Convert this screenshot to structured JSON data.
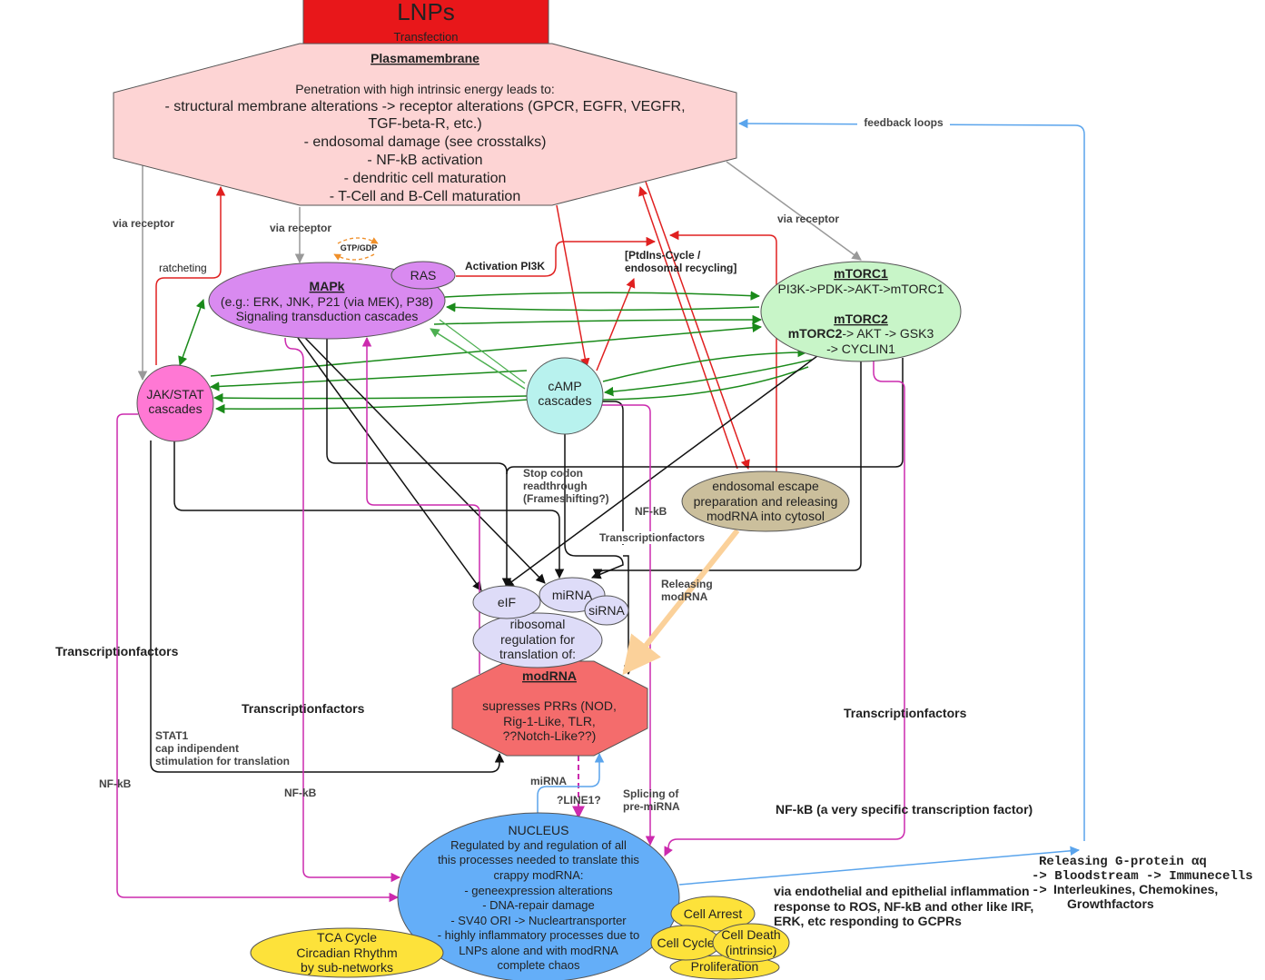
{
  "lnp": {
    "title": "LNPs",
    "subtitle": "Transfection"
  },
  "plasma": {
    "title": "Plasmamembrane",
    "intro": "Penetration with high intrinsic energy leads to:",
    "lines": [
      "- structural membrane alterations -> receptor alterations (GPCR, EGFR, VEGFR,",
      "TGF-beta-R, etc.)",
      "- endosomal damage (see crosstalks)",
      "- NF-kB activation",
      "- dendritic cell maturation",
      "- T-Cell and B-Cell maturation"
    ]
  },
  "mapk": {
    "title": "MAPk",
    "line1": "(e.g.: ERK, JNK, P21 (via MEK), P38)",
    "line2": "Signaling transduction cascades"
  },
  "ras": {
    "label": "RAS",
    "gtp": "GTP/GDP"
  },
  "mtorc": {
    "m1_title": "mTORC1",
    "m1_line": "PI3K->PDK->AKT->mTORC1",
    "m2_title": "mTORC2",
    "m2_prefix": "mTORC2",
    "m2_rest": "-> AKT -> GSK3",
    "m2_line3": "-> CYCLIN1"
  },
  "jak": {
    "line1": "JAK/STAT",
    "line2": "cascades"
  },
  "camp": {
    "line1": "cAMP",
    "line2": "cascades"
  },
  "endosomal": {
    "lines": [
      "endosomal escape",
      "preparation and releasing",
      "modRNA into cytosol"
    ]
  },
  "eif": {
    "label": "eIF"
  },
  "mirna": {
    "label": "miRNA"
  },
  "sirna": {
    "label": "siRNA"
  },
  "ribosomal": {
    "lines": [
      "ribosomal",
      "regulation for",
      "translation of:"
    ]
  },
  "modrna": {
    "title": "modRNA",
    "lines": [
      "supresses PRRs (NOD,",
      "Rig-1-Like, TLR,",
      "??Notch-Like??)"
    ]
  },
  "nucleus": {
    "title": "NUCLEUS",
    "lines": [
      "Regulated by and regulation of all",
      "this processes needed to translate this",
      "crappy modRNA:",
      "- geneexpression alterations",
      "- DNA-repair damage",
      "- SV40 ORI -> Nucleartransporter",
      "- highly inflammatory processes due to",
      "LNPs alone and with modRNA",
      "complete chaos"
    ]
  },
  "tca": {
    "lines": [
      "TCA Cycle",
      "Circadian Rhythm",
      "by sub-networks"
    ]
  },
  "cell": {
    "arrest": "Cell Arrest",
    "cycle": "Cell Cycle",
    "death1": "Cell Death",
    "death2": "(intrinsic)",
    "proliferation": "Proliferation"
  },
  "labels": {
    "via_receptor": "via receptor",
    "ratcheting": "ratcheting",
    "activation_pi3k": "Activation PI3K",
    "ptdins1": "[PtdIns-Cycle /",
    "ptdins2": "endosomal recycling]",
    "feedback": "feedback loops",
    "stop1": "Stop codon",
    "stop2": "readthrough",
    "stop3": "(Frameshifting?)",
    "nfkb": "NF-kB",
    "transcriptionfactors": "Transcriptionfactors",
    "releasing1": "Releasing",
    "releasing2": "modRNA",
    "stat1a": "STAT1",
    "stat1b": "cap indipendent",
    "stat1c": "stimulation for translation",
    "mirna_small": "miRNA",
    "line1": "?LINE1?",
    "splicing1": "Splicing of",
    "splicing2": "pre-miRNA",
    "nfkb_specific": "NF-kB (a very specific transcription factor)",
    "endo1": "via endothelial and epithelial inflammation",
    "endo2": "response to ROS, NF-kB and other like IRF,",
    "endo3": "ERK, etc responding to GCPRs",
    "gprot1": "Releasing G-protein αq",
    "gprot2": "-> Bloodstream -> Immunecells",
    "gprot3_prefix": "->",
    "gprot3": "Interleukines, Chemokines,",
    "gprot4": "Growthfactors"
  },
  "colors": {
    "lnp": "#e8171a",
    "plasma": "#fdd4d4",
    "mapk": "#d98af0",
    "mtorc": "#c8f5c8",
    "jak": "#ff78d4",
    "camp": "#b8f2ee",
    "endosomal": "#cbbf9c",
    "rna": "#dedcf8",
    "modrna": "#f46c6c",
    "nucleus": "#64aef8",
    "yellow": "#fde23a",
    "red_arrow": "#e02020",
    "green_arrow": "#1a8a1a",
    "magenta_arrow": "#cc2aae",
    "blue_arrow": "#5aa4ec"
  }
}
